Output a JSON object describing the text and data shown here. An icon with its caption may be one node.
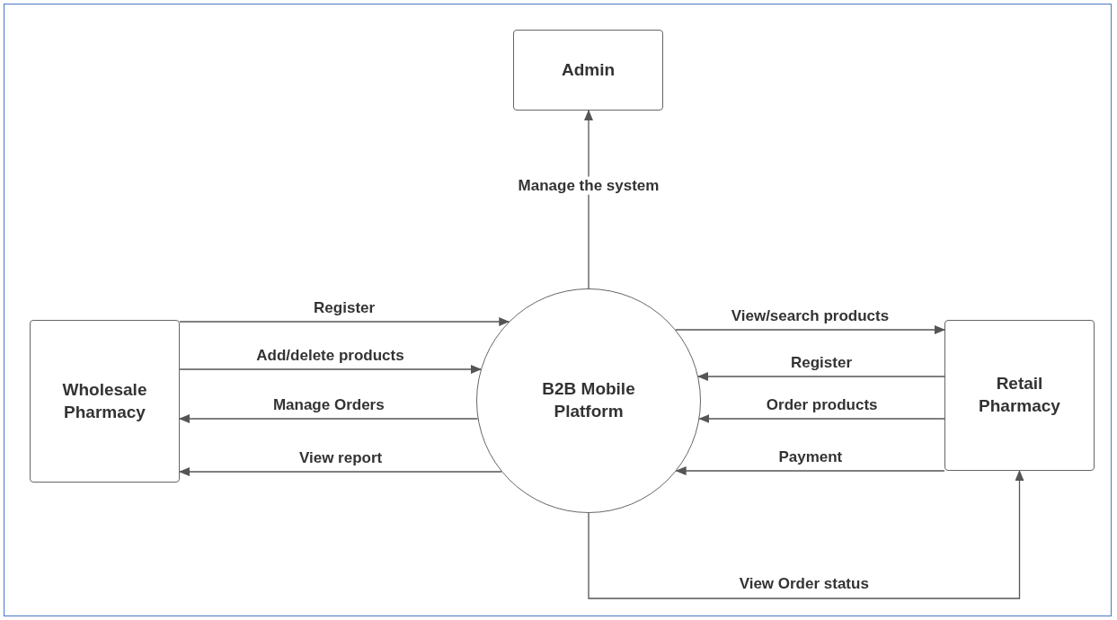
{
  "diagram": {
    "nodes": [
      {
        "text": [
          "Admin"
        ]
      },
      {
        "text": [
          "Wholesale Pharmacy"
        ]
      },
      {
        "text": [
          "B2B Mobile Platform"
        ]
      },
      {
        "text": [
          "Retail Pharmacy"
        ]
      }
    ],
    "edges": [
      {
        "from": 2,
        "to": 0,
        "arrow": "to",
        "label": "Manage the system"
      },
      {
        "from": 1,
        "to": 2,
        "arrow": "to",
        "label": "Register"
      },
      {
        "from": 1,
        "to": 2,
        "arrow": "to",
        "label": "Add/delete products"
      },
      {
        "from": 2,
        "to": 1,
        "arrow": "to",
        "label": "Manage Orders"
      },
      {
        "from": 2,
        "to": 1,
        "arrow": "to",
        "label": "View report"
      },
      {
        "from": 2,
        "to": 3,
        "arrow": "to",
        "label": "View/search products"
      },
      {
        "from": 3,
        "to": 2,
        "arrow": "to",
        "label": "Register"
      },
      {
        "from": 3,
        "to": 2,
        "arrow": "to",
        "label": "Order products"
      },
      {
        "from": 3,
        "to": 2,
        "arrow": "to",
        "label": "Payment"
      },
      {
        "from": 2,
        "to": 3,
        "arrow": "to",
        "label": "View Order status"
      }
    ]
  }
}
